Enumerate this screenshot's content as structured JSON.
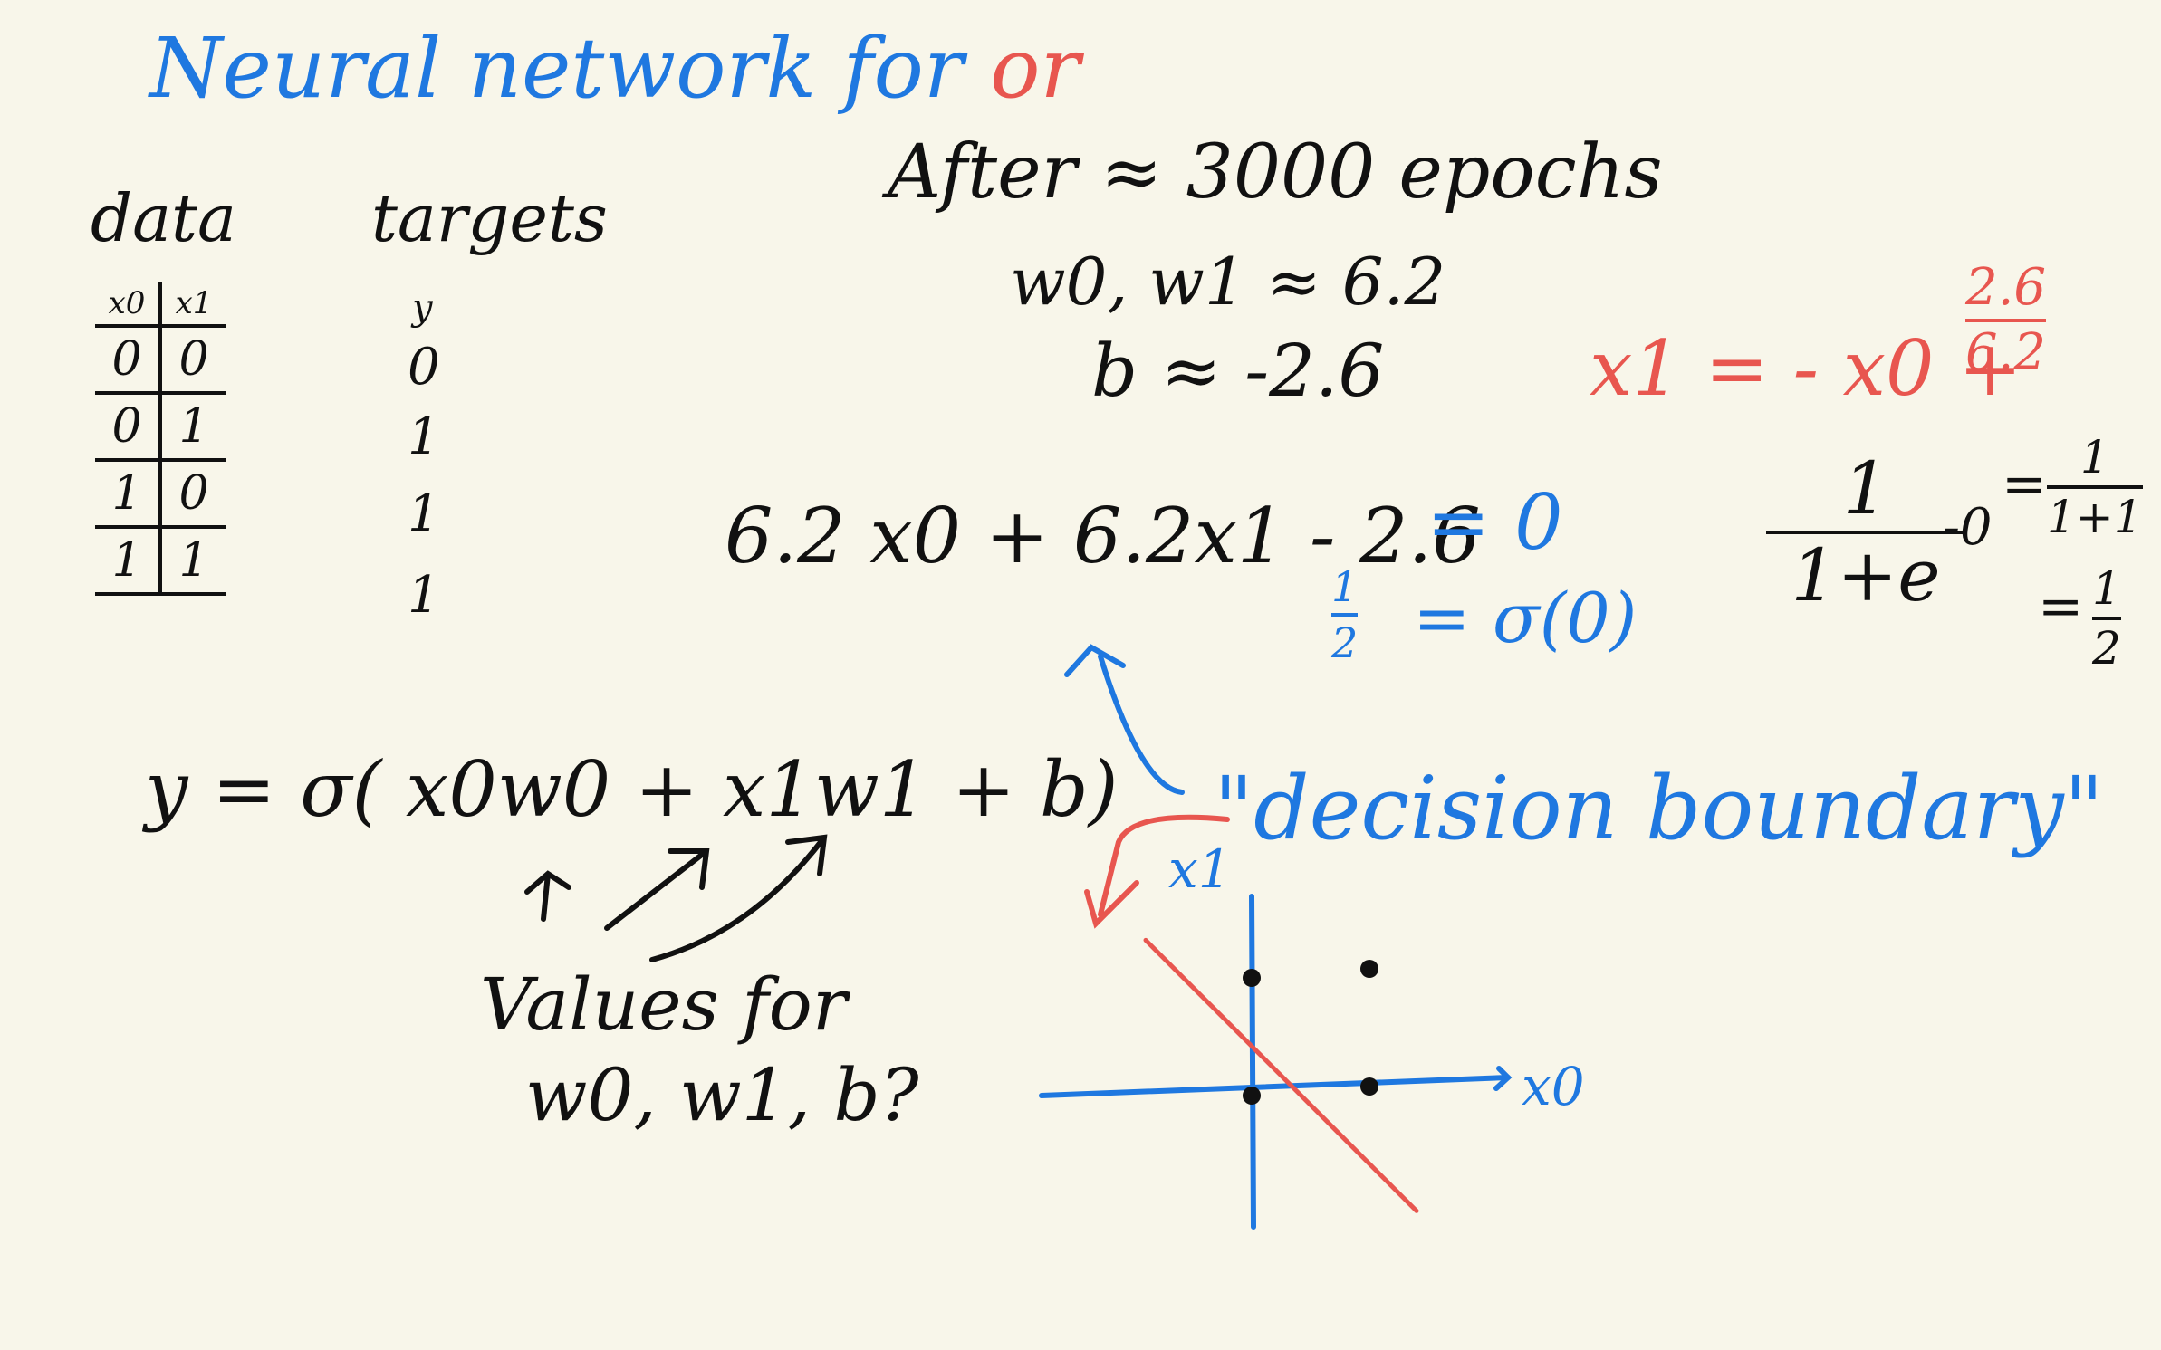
{
  "title": {
    "text": "Neural network for",
    "highlight": "or",
    "color": "#1f78e0",
    "highlight_color": "#e8564f"
  },
  "table": {
    "data_label": "data",
    "targets_label": "targets",
    "columns": [
      "x0",
      "x1"
    ],
    "target_column": "y",
    "rows": [
      {
        "x0": "0",
        "x1": "0",
        "y": "0"
      },
      {
        "x0": "0",
        "x1": "1",
        "y": "1"
      },
      {
        "x0": "1",
        "x1": "0",
        "y": "1"
      },
      {
        "x0": "1",
        "x1": "1",
        "y": "1"
      }
    ]
  },
  "model": {
    "equation": "y = σ( x0w0 + x1w1 + b)",
    "question_line1": "Values for",
    "question_line2": "w0, w1, b?"
  },
  "training": {
    "after": "After ≈ 3000 epochs",
    "weights": "w0, w1 ≈ 6.2",
    "bias": "b ≈ -2.6"
  },
  "boundary": {
    "equation_lhs": "6.2 x0 + 6.2x1 - 2.6",
    "equation_rhs": "= 0",
    "half_num": "1",
    "half_den": "2",
    "half_rhs": "= σ(0)",
    "label": "\"decision boundary\"",
    "solved_lhs": "x1 = - x0 +",
    "solved_num": "2.6",
    "solved_den": "6.2"
  },
  "sigmoid_calc": {
    "num": "1",
    "den": "1+e",
    "exp": "-0",
    "eq1": "=",
    "mid_num": "1",
    "mid_den": "1+1",
    "eq2": "=",
    "half_num": "1",
    "half_den": "2"
  },
  "plot": {
    "x_axis_label": "x0",
    "y_axis_label": "x1",
    "points": [
      {
        "x0": 0,
        "x1": 0
      },
      {
        "x0": 0,
        "x1": 1
      },
      {
        "x0": 1,
        "x1": 0
      },
      {
        "x0": 1,
        "x1": 1
      }
    ],
    "boundary_line": {
      "slope": -1,
      "intercept": 0.42
    },
    "axis_color": "#1f78e0",
    "line_color": "#e8564f",
    "point_color": "#111111"
  }
}
